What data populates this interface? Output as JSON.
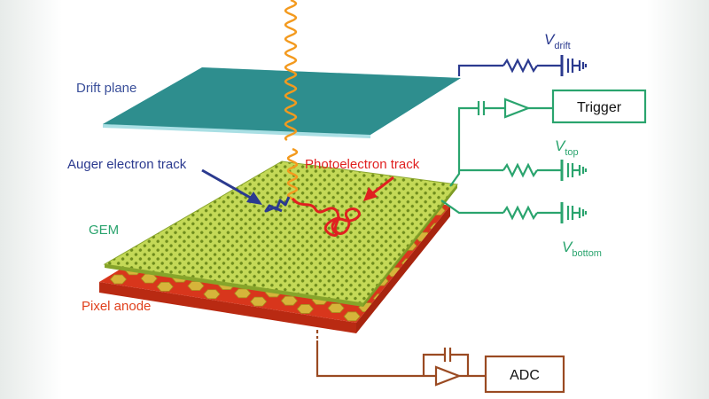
{
  "labels": {
    "drift_plane": "Drift plane",
    "auger_track": "Auger electron track",
    "photo_track": "Photoelectron track",
    "gem": "GEM",
    "pixel_anode": "Pixel anode",
    "trigger": "Trigger",
    "adc": "ADC",
    "v_drift": {
      "main": "V",
      "sub": "drift"
    },
    "v_top": {
      "main": "V",
      "sub": "top"
    },
    "v_bottom": {
      "main": "V",
      "sub": "bottom"
    }
  },
  "colors": {
    "drift_plane": "#2e8e8e",
    "gem": "#b7d14a",
    "gem_mesh": "#6e8c1c",
    "anode": "#d8361c",
    "pad": "#d6b43a",
    "photon": "#f39a1e",
    "drift_circuit": "#2b3a8f",
    "gem_circuit": "#2aa46e",
    "adc_circuit": "#9a4a22",
    "auger": "#2b3a8f",
    "photoelectron": "#e02020"
  }
}
